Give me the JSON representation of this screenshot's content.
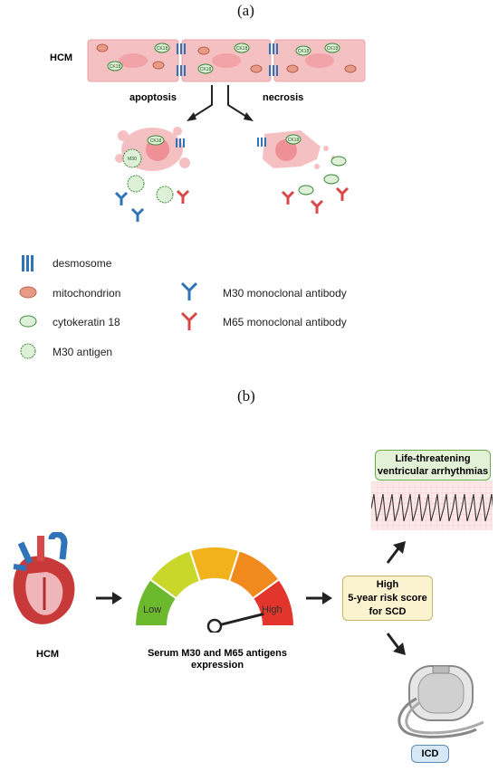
{
  "panel_a": {
    "label": "(a)",
    "hcm_label": "HCM",
    "apoptosis_label": "apoptosis",
    "necrosis_label": "necrosis",
    "ck18_text": "CK18",
    "m30_text": "M30"
  },
  "legend": {
    "items": [
      {
        "label": "desmosome",
        "icon": "desmosome-icon"
      },
      {
        "label": "mitochondrion",
        "icon": "mitochondrion-icon"
      },
      {
        "label": "cytokeratin 18",
        "icon": "cytokeratin-icon"
      },
      {
        "label": "M30 antigen",
        "icon": "m30-antigen-icon"
      },
      {
        "label": "M30 monoclonal antibody",
        "icon": "m30-antibody-icon"
      },
      {
        "label": "M65 monoclonal antibody",
        "icon": "m65-antibody-icon"
      }
    ]
  },
  "panel_b": {
    "label": "(b)",
    "hcm_label": "HCM",
    "gauge_low": "Low",
    "gauge_high": "High",
    "gauge_caption_line1": "Serum M30 and M65 antigens",
    "gauge_caption_line2": "expression",
    "risk_line1": "High",
    "risk_line2": "5-year risk score",
    "risk_line3": "for SCD",
    "arrhythmia_line1": "Life-threatening",
    "arrhythmia_line2": "ventricular arrhythmias",
    "icd_label": "ICD",
    "gauge_level": 0.9
  },
  "colors": {
    "cell": "#f5c0c2",
    "nucleus": "#ee9096",
    "m30_blue": "#2f73b8",
    "m65_red": "#d84848",
    "arrhythmia_box": "#e3f1d6",
    "risk_box": "#fbf2cf",
    "icd_box": "#d6e8f6"
  }
}
